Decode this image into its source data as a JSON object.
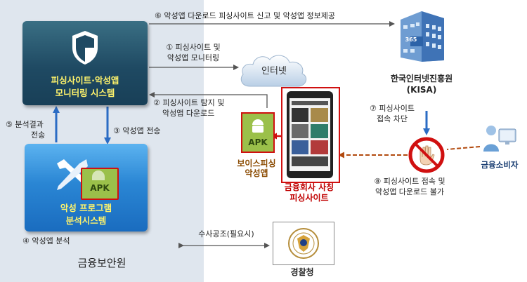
{
  "monitoring_system": {
    "line1": "피싱사이트·악성앱",
    "line2": "모니터링 시스템"
  },
  "analysis_system": {
    "line1": "악성 프로그램",
    "line2": "분석시스템",
    "apk_badge": "APK"
  },
  "fss": {
    "name": "금융보안원"
  },
  "internet": {
    "label": "인터넷"
  },
  "kisa": {
    "line1": "한국인터넷진흥원",
    "line2": "(KISA)",
    "building_sign": "365"
  },
  "police": {
    "label": "경찰청"
  },
  "consumer": {
    "label": "금융소비자"
  },
  "voice_phishing_app": {
    "line1": "보이스피싱",
    "line2": "악성앱",
    "apk_badge": "APK"
  },
  "phishing_site": {
    "line1": "금융회사 사칭",
    "line2": "피싱사이트"
  },
  "steps": {
    "s1": {
      "line1": "① 피싱사이트 및",
      "line2": "악성앱 모니터링"
    },
    "s2": {
      "line1": "② 피싱사이트 탐지 및",
      "line2": "악성앱 다운로드"
    },
    "s3": {
      "line1": "③ 악성앱 전송"
    },
    "s4": {
      "line1": "④ 악성앱 분석"
    },
    "s5": {
      "line1": "⑤ 분석결과",
      "line2": "전송"
    },
    "s6": {
      "line1": "⑥ 악성앱 다운로드 피싱사이트 신고 및 악성앱 정보제공"
    },
    "s7": {
      "line1": "⑦ 피싱사이트",
      "line2": "접속 차단"
    },
    "s8": {
      "line1": "⑧ 피싱사이트 접속 및",
      "line2": "악성앱 다운로드 불가"
    },
    "police_link": {
      "line1": "수사공조(필요시)"
    }
  },
  "colors": {
    "panel_bg": "#dfe6ee",
    "monitor_box": "#1f4a63",
    "analysis_box": "#2a86d4",
    "system_text": "#fff36b",
    "arrow": "#555555",
    "arrow_blue": "#2b6cc4",
    "arrow_orange": "#b24a0e",
    "label_orange": "#8a4a00",
    "label_red": "#c00000"
  }
}
